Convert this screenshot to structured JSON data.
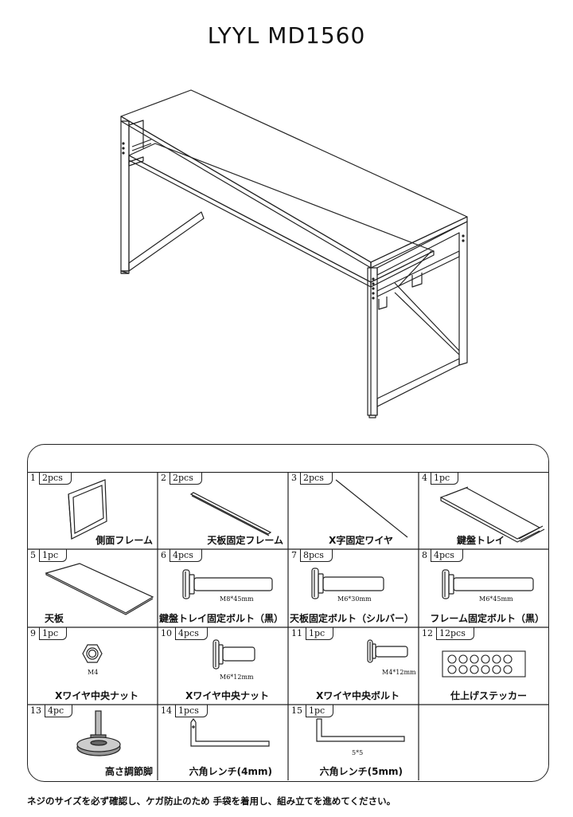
{
  "title": "LYYL MD1560",
  "parts": [
    {
      "num": "1",
      "qty": "2pcs",
      "name": "側面フレーム"
    },
    {
      "num": "2",
      "qty": "2pcs",
      "name": "天板固定フレーム"
    },
    {
      "num": "3",
      "qty": "2pcs",
      "name": "X字固定ワイヤ"
    },
    {
      "num": "4",
      "qty": "1pc",
      "name": "鍵盤トレイ"
    },
    {
      "num": "5",
      "qty": "1pc",
      "name": "天板"
    },
    {
      "num": "6",
      "qty": "4pcs",
      "name": "鍵盤トレイ固定ボルト（黒）",
      "spec": "M8*45mm"
    },
    {
      "num": "7",
      "qty": "8pcs",
      "name": "天板固定ボルト（シルバー）",
      "spec": "M6*30mm"
    },
    {
      "num": "8",
      "qty": "4pcs",
      "name": "フレーム固定ボルト（黒）",
      "spec": "M6*45mm"
    },
    {
      "num": "9",
      "qty": "1pc",
      "name": "Xワイヤ中央ナット",
      "spec": "M4"
    },
    {
      "num": "10",
      "qty": "4pcs",
      "name": "Xワイヤ中央ナット",
      "spec": "M6*12mm"
    },
    {
      "num": "11",
      "qty": "1pc",
      "name": "Xワイヤ中央ボルト",
      "spec": "M4*12mm"
    },
    {
      "num": "12",
      "qty": "12pcs",
      "name": "仕上げステッカー"
    },
    {
      "num": "13",
      "qty": "4pc",
      "name": "高さ調節脚"
    },
    {
      "num": "14",
      "qty": "1pcs",
      "name": "六角レンチ(4mm)"
    },
    {
      "num": "15",
      "qty": "1pc",
      "name": "六角レンチ(5mm)",
      "spec": "5*5"
    }
  ],
  "footer": "ネジのサイズを必ず確認し、ケガ防止のため 手袋を着用し、組み立てを進めてください。"
}
